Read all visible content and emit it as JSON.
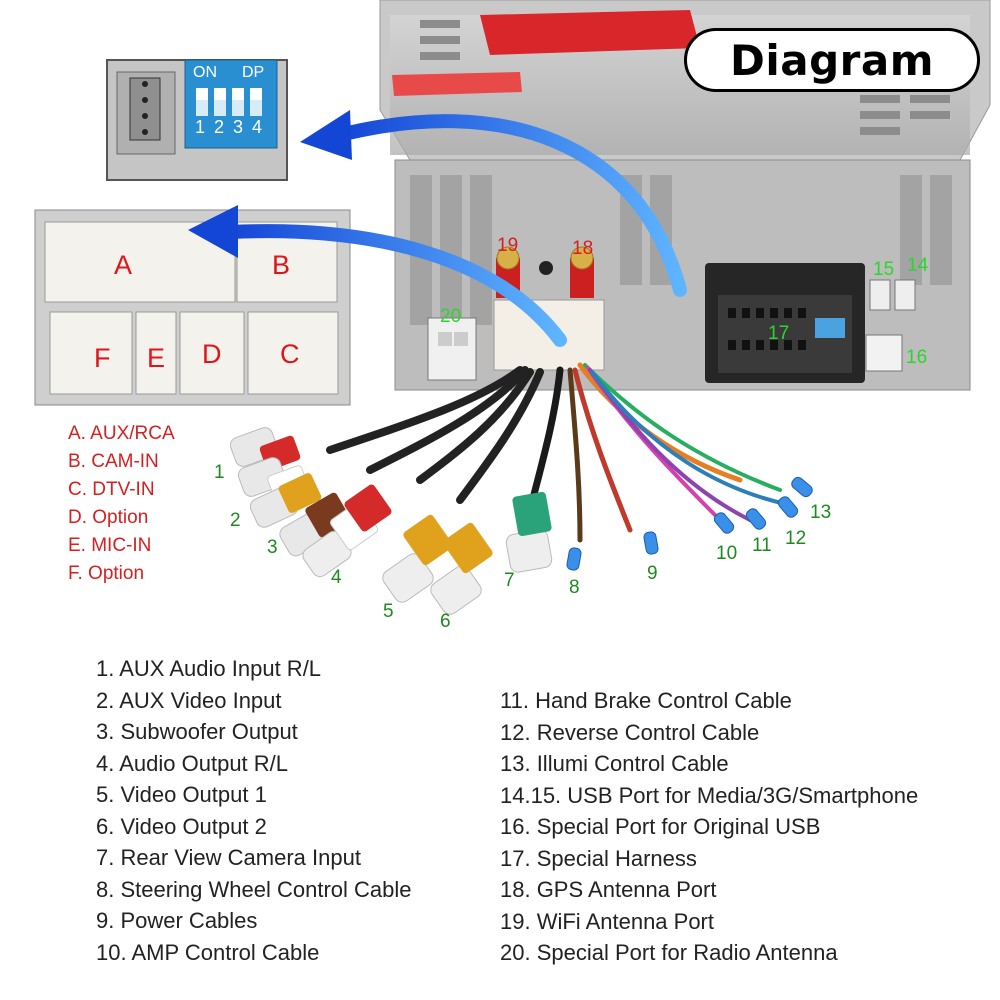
{
  "title": "Diagram",
  "dip_switch": {
    "on_label": "ON",
    "dp_label": "DP",
    "numbers": [
      "1",
      "2",
      "3",
      "4"
    ]
  },
  "port_letters": [
    "A",
    "B",
    "F",
    "E",
    "D",
    "C"
  ],
  "connector_list": [
    "A. AUX/RCA",
    "B. CAM-IN",
    "C. DTV-IN",
    "D. Option",
    "E. MIC-IN",
    "F. Option"
  ],
  "callout_numbers": [
    "1",
    "2",
    "3",
    "4",
    "5",
    "6",
    "7",
    "8",
    "9",
    "10",
    "11",
    "12",
    "13",
    "14",
    "15",
    "16",
    "17",
    "18",
    "19",
    "20"
  ],
  "legend_left": [
    "1. AUX Audio Input R/L",
    "2. AUX Video Input",
    "3. Subwoofer Output",
    "4. Audio Output R/L",
    "5. Video Output 1",
    "6. Video Output 2",
    "7. Rear View Camera Input",
    "8. Steering Wheel Control Cable",
    "9. Power Cables",
    "10. AMP Control Cable"
  ],
  "legend_right": [
    "11. Hand Brake Control Cable",
    "12. Reverse Control Cable",
    "13. Illumi Control Cable",
    "14.15. USB Port for Media/3G/Smartphone",
    "16. Special Port for Original USB",
    "17. Special Harness",
    "18. GPS Antenna Port",
    "19. WiFi Antenna Port",
    "20. Special Port for Radio Antenna"
  ],
  "colors": {
    "callout_green": "#1c8a1c",
    "label_red": "#d61f1f",
    "arrow_blue": "#1446d6",
    "dip_blue": "#2a8fd0"
  }
}
